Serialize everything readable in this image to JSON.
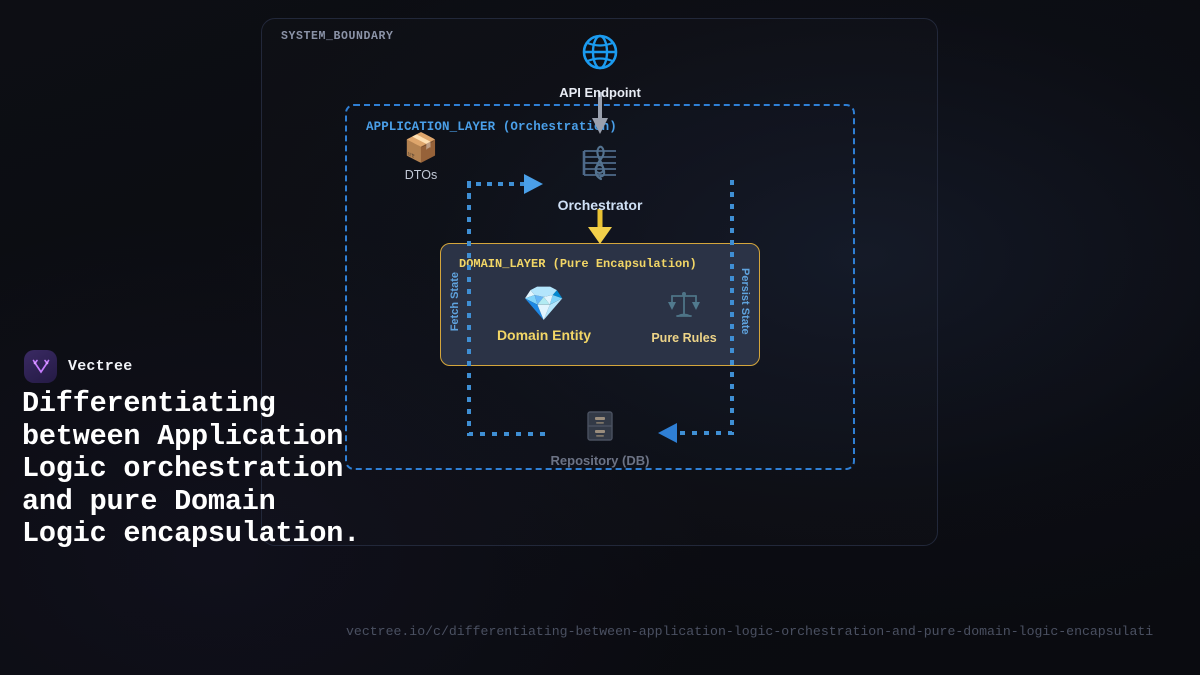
{
  "diagram": {
    "system_boundary_label": "SYSTEM_BOUNDARY",
    "application_layer_label": "APPLICATION_LAYER (Orchestration)",
    "domain_layer_label": "DOMAIN_LAYER (Pure Encapsulation)",
    "nodes": [
      {
        "id": "api",
        "label": "API Endpoint",
        "icon": "globe-icon",
        "glyph": "🌐"
      },
      {
        "id": "dtos",
        "label": "DTOs",
        "icon": "package-box-icon",
        "glyph": "📦"
      },
      {
        "id": "orchestrator",
        "label": "Orchestrator",
        "icon": "musical-score-icon",
        "glyph": "🎼"
      },
      {
        "id": "domain_entity",
        "label": "Domain Entity",
        "icon": "diamond-gem-icon",
        "glyph": "💎"
      },
      {
        "id": "pure_rules",
        "label": "Pure Rules",
        "icon": "balance-scale-icon",
        "glyph": "⚖️"
      },
      {
        "id": "repository",
        "label": "Repository (DB)",
        "icon": "file-cabinet-icon",
        "glyph": "🗄️"
      }
    ],
    "edges": [
      {
        "id": "api_to_orchestrator",
        "label": "",
        "style": "solid-gray"
      },
      {
        "id": "dtos_to_orchestrator",
        "label": "",
        "style": "dotted-blue"
      },
      {
        "id": "orchestrator_to_domain",
        "label": "",
        "style": "solid-yellow"
      },
      {
        "id": "fetch_state",
        "label": "Fetch State",
        "style": "dotted-blue"
      },
      {
        "id": "persist_state",
        "label": "Persist State",
        "style": "dotted-blue"
      }
    ],
    "colors": {
      "background": "#0c0d12",
      "system_boundary_border": "#22283a",
      "application_layer": "#2f7fd4",
      "application_layer_text": "#4a9fe8",
      "domain_layer_border": "#d4a63c",
      "domain_layer_fill": "#2b3346",
      "domain_layer_text": "#f2d666",
      "api_icon": "#1b9bf0",
      "arrow_gray": "#9aa0ad",
      "arrow_yellow": "#f2cf4a",
      "edge_blue": "#3f8fd4",
      "repository_text": "#6c7385",
      "brand_accent": "#a855f7"
    }
  },
  "brand": {
    "name": "Vectree",
    "logo_icon": "vectree-logo-icon"
  },
  "headline": {
    "text": "Differentiating between Application Logic orchestration and pure Domain Logic encapsulation."
  },
  "permalink": {
    "url": "vectree.io/c/differentiating-between-application-logic-orchestration-and-pure-domain-logic-encapsulati"
  }
}
